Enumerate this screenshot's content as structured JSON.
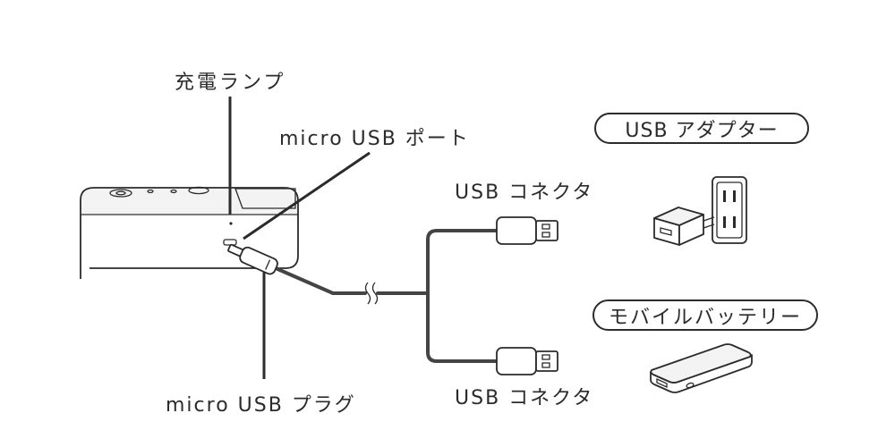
{
  "labels": {
    "charge_lamp": "充電ランプ",
    "micro_usb_port": "micro USB ポート",
    "micro_usb_plug": "micro USB プラグ",
    "usb_connector_top": "USB コネクタ",
    "usb_connector_bottom": "USB コネクタ",
    "usb_adapter": "USB アダプター",
    "mobile_battery": "モバイルバッテリー"
  },
  "colors": {
    "ink": "#2b2b2b",
    "background": "#ffffff",
    "device_face": "#f3f3f3"
  }
}
